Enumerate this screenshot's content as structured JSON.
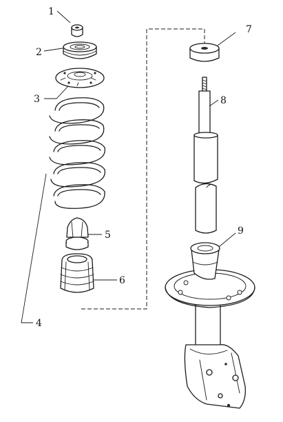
{
  "callouts": {
    "c1": "1",
    "c2": "2",
    "c3": "3",
    "c4": "4",
    "c5": "5",
    "c6": "6",
    "c7": "7",
    "c8": "8",
    "c9": "9"
  },
  "colors": {
    "ink": "#1a1a1a",
    "paper": "#ffffff"
  }
}
